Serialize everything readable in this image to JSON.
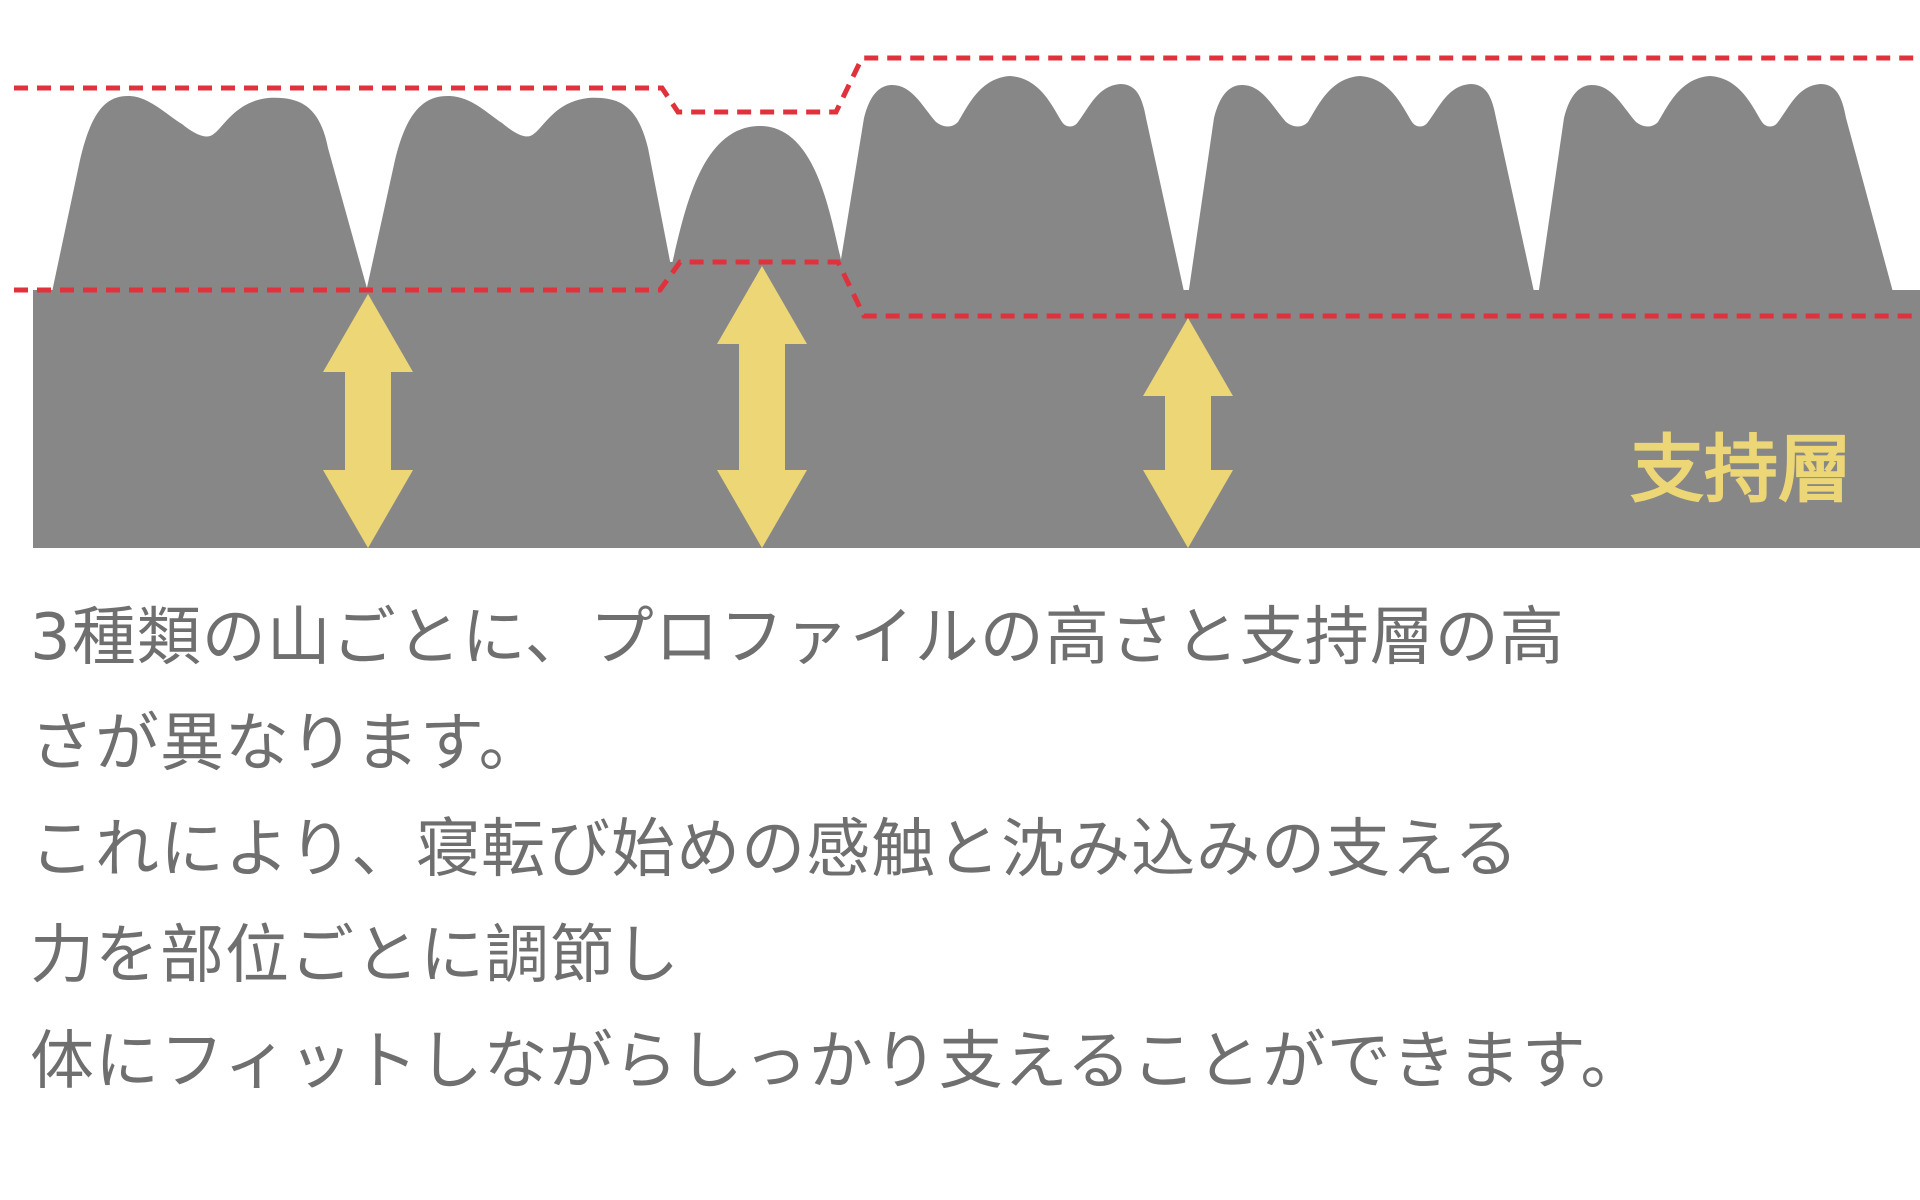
{
  "diagram": {
    "support_layer_label": "支持層",
    "colors": {
      "foam": "#878787",
      "guide_line": "#e0323c",
      "arrow": "#ecd676",
      "label": "#ecd676",
      "caption": "#6f6f6f"
    }
  },
  "caption": {
    "lines": [
      "3種類の山ごとに、プロファイルの高さと支持層の高",
      "さが異なります。",
      "これにより、寝転び始めの感触と沈み込みの支える",
      "力を部位ごとに調節し",
      "体にフィットしながらしっかり支えることができます。"
    ]
  }
}
